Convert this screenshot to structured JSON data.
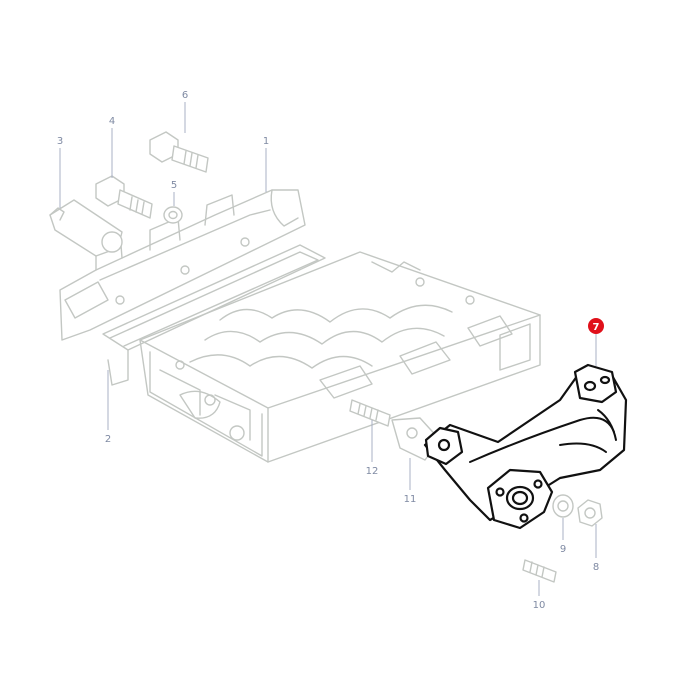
{
  "callouts": {
    "c1": "1",
    "c2": "2",
    "c3": "3",
    "c4": "4",
    "c5": "5",
    "c6": "6",
    "c7": "7",
    "c8": "8",
    "c9": "9",
    "c10": "10",
    "c11": "11",
    "c12": "12"
  },
  "highlight_color": "#e0101a",
  "faint_line_color": "#c3c7c3",
  "callout_color": "#7f8aa3"
}
